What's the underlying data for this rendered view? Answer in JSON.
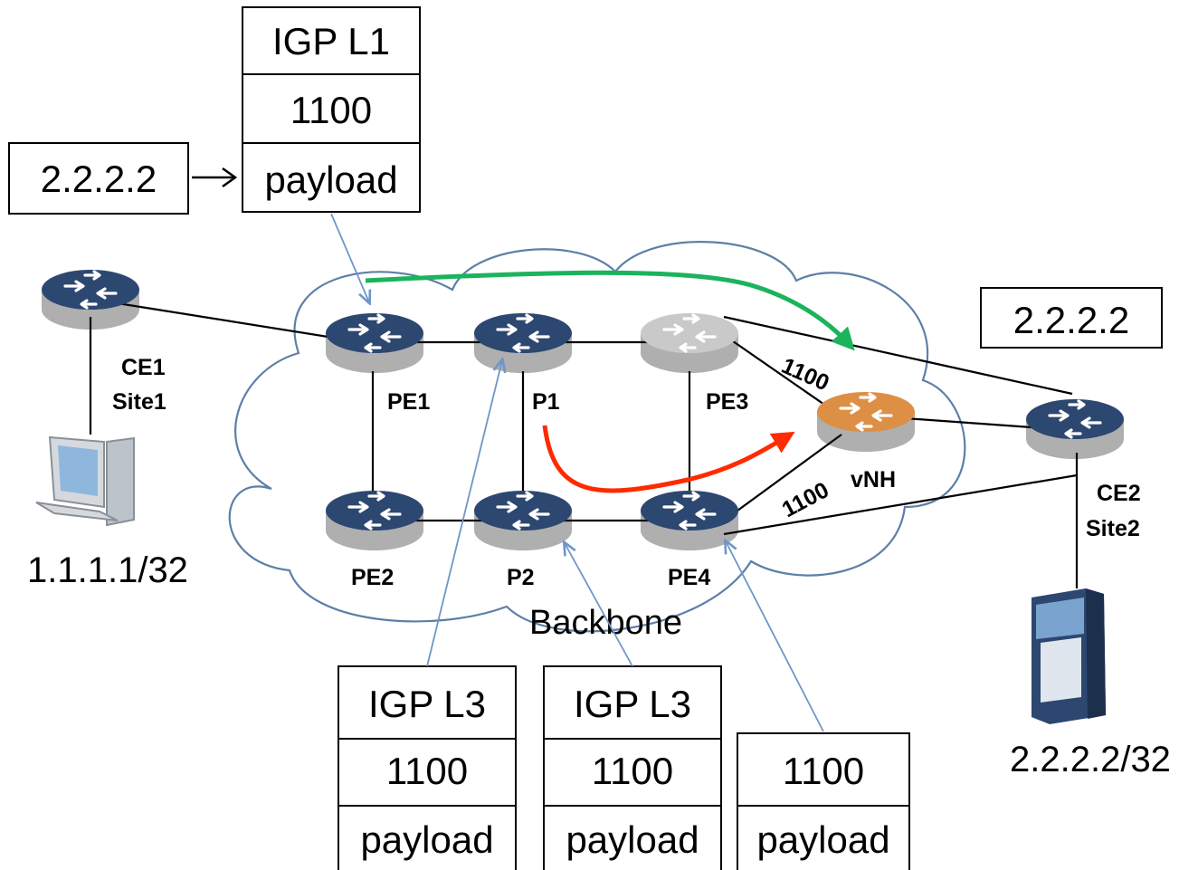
{
  "top_stack": [
    "IGP L1",
    "1100",
    "payload"
  ],
  "source_dest_label": "2.2.2.2",
  "ce2_dest_label": "2.2.2.2",
  "bottom_stacks": [
    [
      "IGP L3",
      "1100",
      "payload"
    ],
    [
      "IGP L3",
      "1100",
      "payload"
    ],
    [
      "1100",
      "payload"
    ]
  ],
  "cloud_label": "Backbone",
  "nodes": {
    "pe1": "PE1",
    "pe2": "PE2",
    "p1": "P1",
    "p2": "P2",
    "pe3": "PE3",
    "pe4": "PE4",
    "vnh": "vNH",
    "ce1_name": "CE1",
    "ce1_site": "Site1",
    "ce2_name": "CE2",
    "ce2_site": "Site2"
  },
  "edge_labels": {
    "pe3_vnh": "1100",
    "pe4_vnh": "1100"
  },
  "host_addresses": {
    "client": "1.1.1.1/32",
    "server": "2.2.2.2/32"
  },
  "colors": {
    "router_blue": "#2c4770",
    "router_gray": "#c9c9c9",
    "router_orange": "#dd8f46",
    "cloud_stroke": "#5d7fa8",
    "pointer_blue": "#6f96c8",
    "green_path": "#1bb35c",
    "red_path": "#ff2a00"
  }
}
